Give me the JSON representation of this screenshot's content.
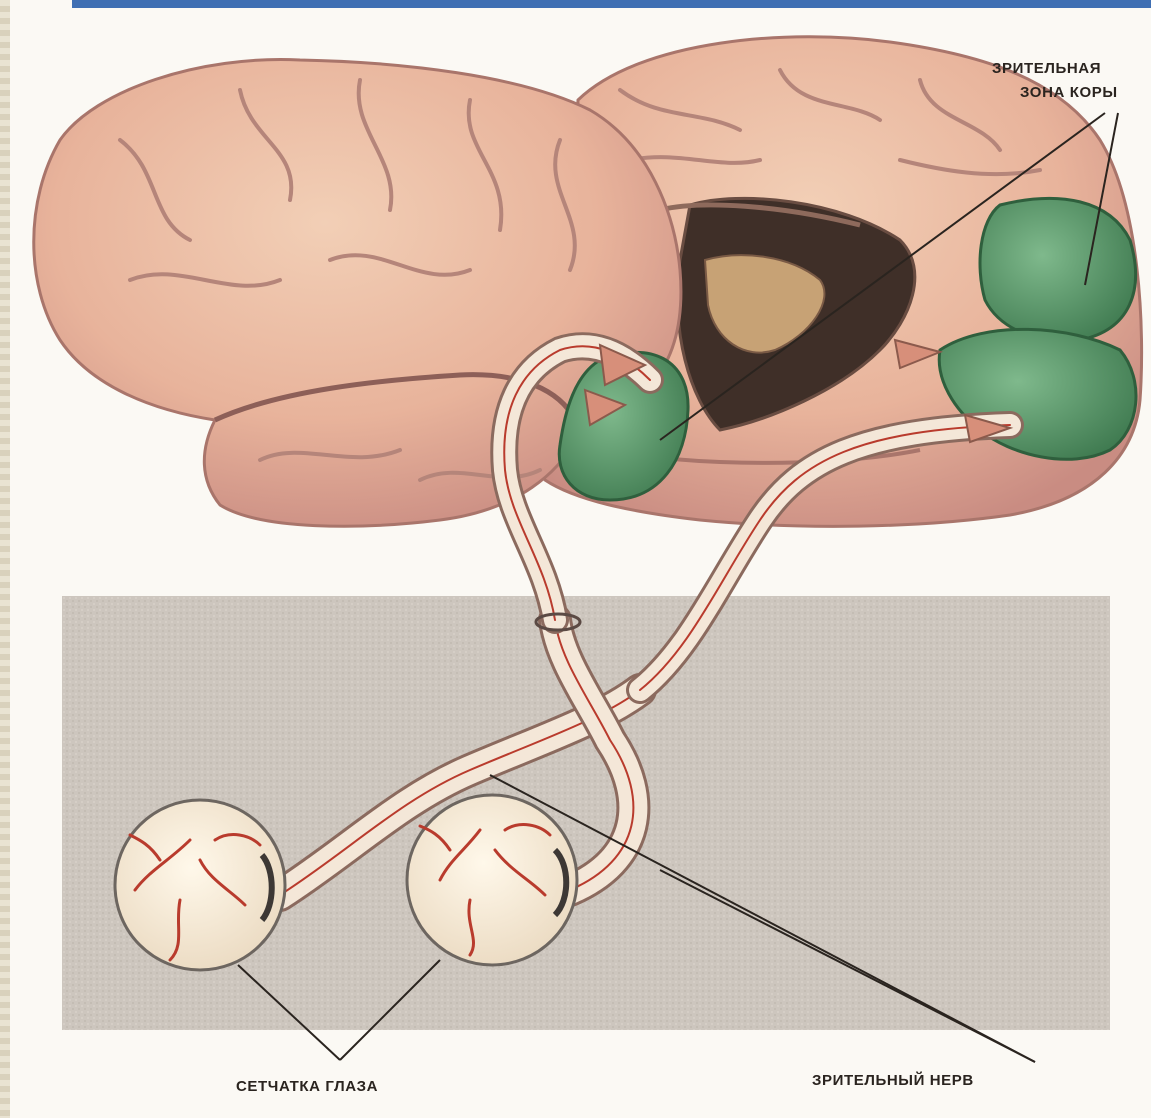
{
  "labels": {
    "visual_cortex_line1": "ЗРИТЕЛЬНАЯ",
    "visual_cortex_line2": "ЗОНА КОРЫ",
    "retina": "СЕТЧАТКА ГЛАЗА",
    "optic_nerve": "ЗРИТЕЛЬНЫЙ НЕРВ"
  },
  "colors": {
    "accent_bar": "#3f6fb3",
    "brain": "#e7b49f",
    "visual_zone": "#4f8a5d",
    "panel": "#cfc8c0",
    "nerve": "#f4e7d8",
    "vessel": "#b93b2d"
  }
}
